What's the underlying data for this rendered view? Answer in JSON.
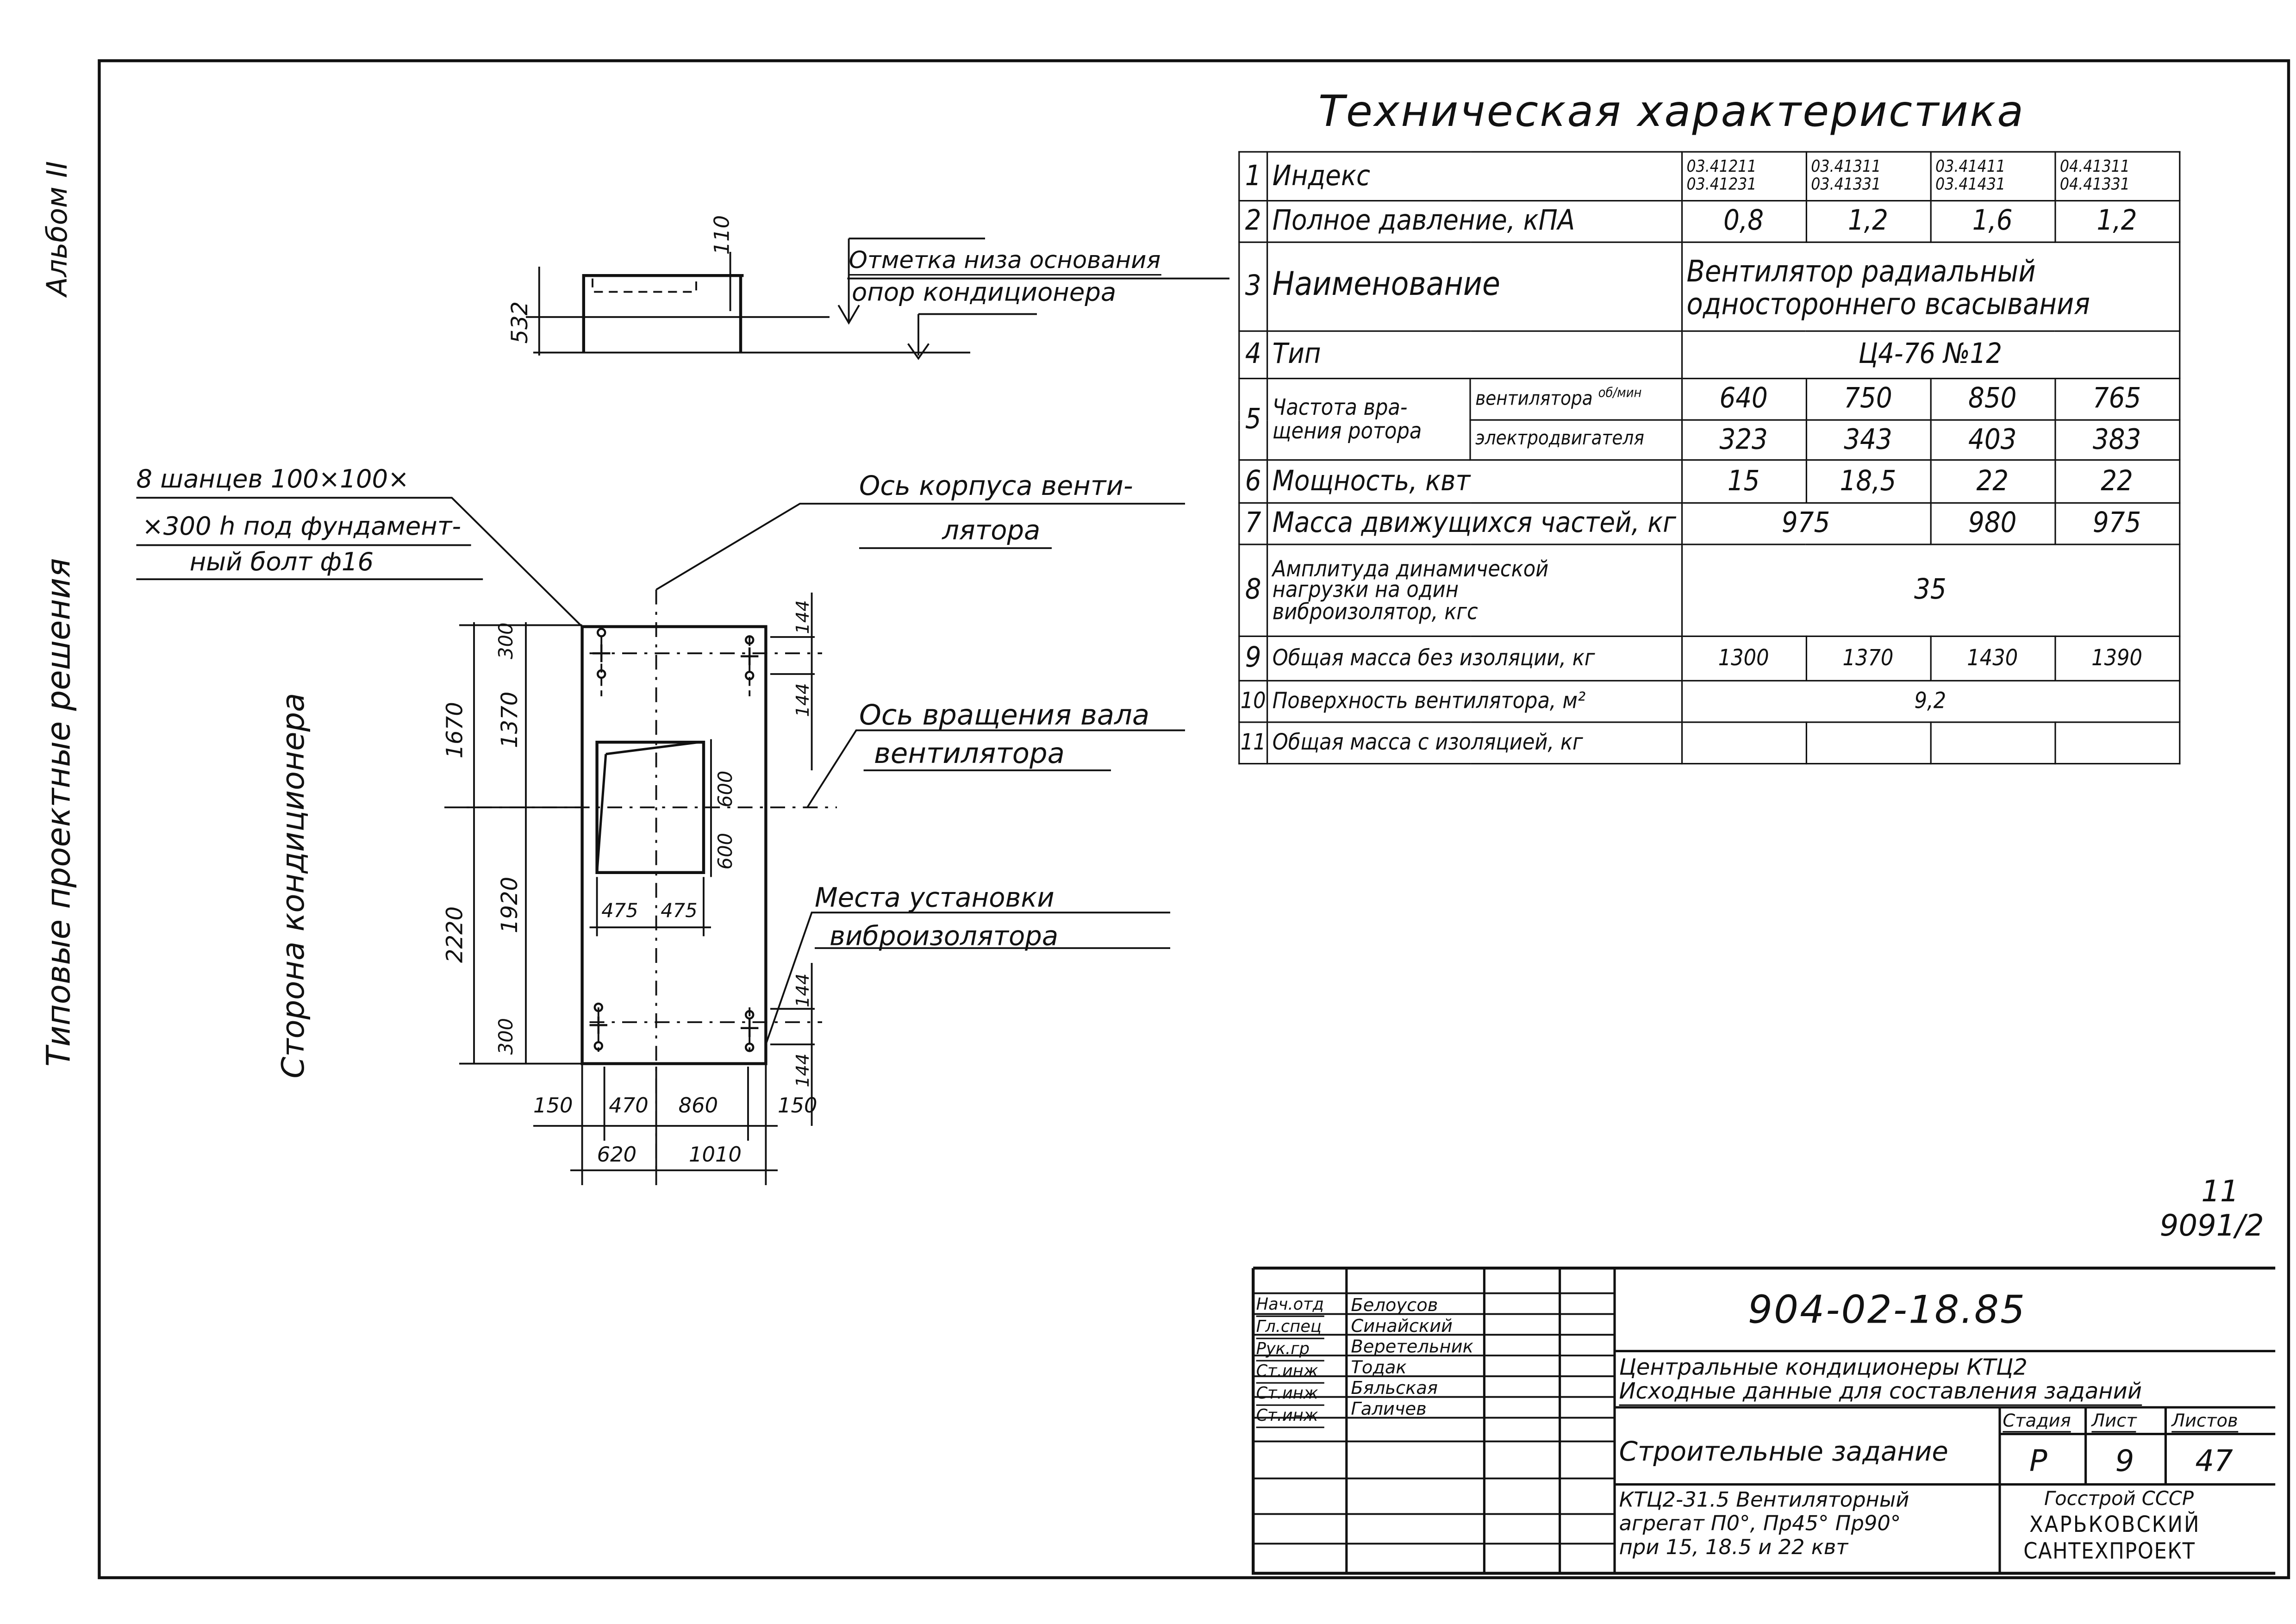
{
  "side_labels": {
    "album": "Альбом II",
    "series": "Типовые проектные решения",
    "side_of_conditioner": "Сторона кондиционера"
  },
  "elevation": {
    "dim_total": "532",
    "dim_top": "110",
    "callout_line1": "Отметка низа основания",
    "callout_line2": "опор кондиционера"
  },
  "plan": {
    "callout_anchors": [
      "8 шанцев 100×100×",
      "×300 h под фундамент-",
      "ный болт ф16"
    ],
    "callout_fan_axis": [
      "Ось корпуса венти-",
      "лятора"
    ],
    "callout_shaft_axis": [
      "Ось вращения вала",
      "вентилятора"
    ],
    "callout_isolators": [
      "Места установки",
      "виброизолятора"
    ],
    "dims_left_outer": [
      "1670",
      "2220"
    ],
    "dims_left_inner": [
      "300",
      "1370",
      "1920",
      "300"
    ],
    "dims_right": [
      "144",
      "144",
      "144",
      "144"
    ],
    "dims_opening": [
      "600",
      "600"
    ],
    "dims_opening_width": [
      "475",
      "475"
    ],
    "dims_bottom_row1": [
      "150",
      "470",
      "860",
      "150"
    ],
    "dims_bottom_row2": [
      "620",
      "1010"
    ]
  },
  "tech_table": {
    "title": "Техническая характеристика",
    "index_values": [
      [
        "03.41211",
        "03.41231"
      ],
      [
        "03.41311",
        "03.41331"
      ],
      [
        "03.41411",
        "03.41431"
      ],
      [
        "04.41311",
        "04.41331"
      ]
    ],
    "rows": [
      {
        "n": "1",
        "label": "Индекс"
      },
      {
        "n": "2",
        "label": "Полное давление, кПА",
        "values": [
          "0,8",
          "1,2",
          "1,6",
          "1,2"
        ]
      },
      {
        "n": "3",
        "label": "Наименование",
        "value": [
          "Вентилятор радиальный",
          "одностороннего всасывания"
        ]
      },
      {
        "n": "4",
        "label": "Тип",
        "value": "Ц4-76 №12"
      },
      {
        "n": "5",
        "label": [
          "Частота вра-",
          "щения ротора"
        ],
        "sub": [
          {
            "label": "вентилятора",
            "unit": "об/мин",
            "values": [
              "640",
              "750",
              "850",
              "765"
            ]
          },
          {
            "label": "электродвигателя",
            "values": [
              "323",
              "343",
              "403",
              "383"
            ]
          }
        ]
      },
      {
        "n": "6",
        "label": "Мощность, квт",
        "values": [
          "15",
          "18,5",
          "22",
          "22"
        ]
      },
      {
        "n": "7",
        "label": "Масса движущихся частей, кг",
        "values": [
          "975",
          "980",
          "975"
        ]
      },
      {
        "n": "8",
        "label": [
          "Амплитуда динамической",
          "нагрузки на один",
          "виброизолятор, кгс"
        ],
        "value": "35"
      },
      {
        "n": "9",
        "label": "Общая масса без изоляции, кг",
        "values": [
          "1300",
          "1370",
          "1430",
          "1390"
        ]
      },
      {
        "n": "10",
        "label": "Поверхность вентилятора, м²",
        "value": "9,2"
      },
      {
        "n": "11",
        "label": "Общая масса с изоляцией, кг",
        "values": [
          "",
          "",
          "",
          ""
        ]
      }
    ]
  },
  "sheet_mark": {
    "line1": "11",
    "line2": "9091/2"
  },
  "title_block": {
    "doc_number": "904-02-18.85",
    "project_title": [
      "Центральные кондиционеры КТЦ2",
      "Исходные данные для составления заданий"
    ],
    "drawing_name": "Строительные задание",
    "stage_header": "Стадия",
    "sheet_header": "Лист",
    "sheets_header": "Листов",
    "stage": "Р",
    "sheet": "9",
    "sheets": "47",
    "description": [
      "КТЦ2-31.5 Вентиляторный",
      "агрегат П0°, Пр45° Пр90°",
      "при 15, 18.5 и 22 квт"
    ],
    "organization": [
      "Госстрой СССР",
      "ХАРЬКОВСКИЙ",
      "САНТЕХПРОЕКТ"
    ],
    "signatures": [
      {
        "role": "Нач.отд",
        "name": "Белоусов"
      },
      {
        "role": "Гл.спец",
        "name": "Синайский"
      },
      {
        "role": "Рук.гр",
        "name": "Веретельник"
      },
      {
        "role": "Ст.инж",
        "name": "Тодак"
      },
      {
        "role": "Ст.инж",
        "name": "Бяльская"
      },
      {
        "role": "Ст.инж",
        "name": "Галичев"
      }
    ]
  }
}
